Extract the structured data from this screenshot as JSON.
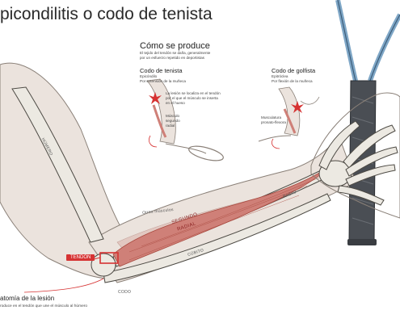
{
  "title": "picondilitis o codo de tenista",
  "how": {
    "heading": "Cómo se produce",
    "desc1": "El tejido del tendón se daña, generalmente",
    "desc2": "por un esfuerzo repetido en deportistas"
  },
  "tennis": {
    "heading": "Codo de tenista",
    "sub1": "Epicóndilo",
    "sub2": "Por extensión de la muñeca",
    "note1": "La lesión se localiza en el tendón",
    "note2": "por el que el músculo se inserta",
    "note3": "en el hueso",
    "muscle1": "Músculo",
    "muscle2": "segundo",
    "muscle3": "radial"
  },
  "golf": {
    "heading": "Codo de golfista",
    "sub1": "Epitróclea",
    "sub2": "Por flexión de la muñeca",
    "muscle1": "Musculatura",
    "muscle2": "pronato-flexora"
  },
  "labels": {
    "humero": "HÚMERO",
    "radio": "RADIO",
    "cubito": "CÚBITO",
    "codo": "CODO",
    "otros": "Otros músculos",
    "segundo1": "SEGUNDO",
    "segundo2": "RADIAL",
    "tendon": "TENDÓN"
  },
  "footer": {
    "title": "atomía de la lesión",
    "text": "roduce en el tendón que une el músculo al húmero"
  },
  "colors": {
    "skin": "#ebe3dd",
    "skin_line": "#8a8078",
    "bone": "#ece9e2",
    "bone_line": "#4d4a44",
    "muscle": "#cf8078",
    "muscle_dark": "#a8483e",
    "grip": "#4a4e54",
    "racket": "#7ea6c6",
    "accent": "#d63333"
  }
}
